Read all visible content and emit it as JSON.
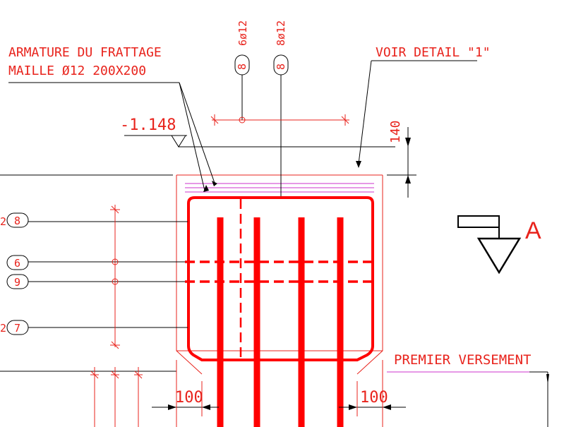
{
  "colors": {
    "red": "#e8231c",
    "black": "#000000",
    "magenta": "#cc33cc",
    "rebar": "#ff0000"
  },
  "labels": {
    "armature_line1": "ARMATURE DU FRATTAGE",
    "armature_line2": "MAILLE Ø12 200X200",
    "voir_detail": "VOIR DETAIL \"1\"",
    "level": "-1.148",
    "dim_140": "140",
    "dim_100_left": "100",
    "dim_100_right": "100",
    "premier_versement": "PREMIER VERSEMENT",
    "section_mark": "A"
  },
  "bars_top": [
    {
      "bar_count": "6ø12",
      "mark": "8"
    },
    {
      "bar_count": "8ø12",
      "mark": "8"
    }
  ],
  "bars_left": [
    {
      "prefix": "2",
      "mark": "8"
    },
    {
      "prefix": "",
      "mark": "6"
    },
    {
      "prefix": "",
      "mark": "9"
    },
    {
      "prefix": "2",
      "mark": "7"
    }
  ]
}
